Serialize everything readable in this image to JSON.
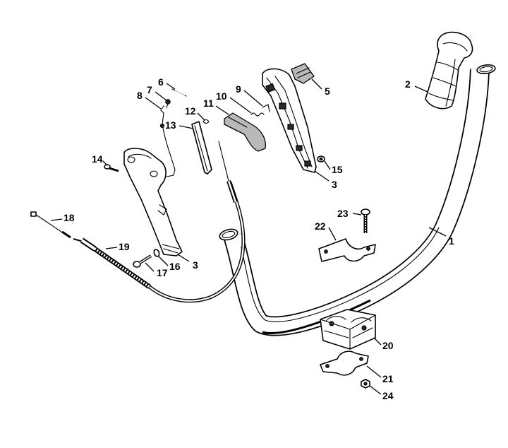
{
  "parts": [
    {
      "id": "p1",
      "number": "1",
      "name": "handlebar-tube"
    },
    {
      "id": "p2",
      "number": "2",
      "name": "grip-handle"
    },
    {
      "id": "p3a",
      "number": "3",
      "name": "control-handle-half-right"
    },
    {
      "id": "p3b",
      "number": "3",
      "name": "control-handle-half-left"
    },
    {
      "id": "p5",
      "number": "5",
      "name": "slide-control"
    },
    {
      "id": "p6",
      "number": "6",
      "name": "contact-spring"
    },
    {
      "id": "p7",
      "number": "7",
      "name": "screw"
    },
    {
      "id": "p8",
      "number": "8",
      "name": "short-circuit-wire"
    },
    {
      "id": "p9",
      "number": "9",
      "name": "torsion-spring"
    },
    {
      "id": "p10",
      "number": "10",
      "name": "interlock-spring"
    },
    {
      "id": "p11",
      "number": "11",
      "name": "throttle-trigger"
    },
    {
      "id": "p12",
      "number": "12",
      "name": "torsion-spring-small"
    },
    {
      "id": "p13",
      "number": "13",
      "name": "interlock-lever"
    },
    {
      "id": "p14",
      "number": "14",
      "name": "screw"
    },
    {
      "id": "p15",
      "number": "15",
      "name": "nut"
    },
    {
      "id": "p16",
      "number": "16",
      "name": "washer"
    },
    {
      "id": "p17",
      "number": "17",
      "name": "screw"
    },
    {
      "id": "p18",
      "number": "18",
      "name": "wire-harness"
    },
    {
      "id": "p19",
      "number": "19",
      "name": "throttle-cable"
    },
    {
      "id": "p20",
      "number": "20",
      "name": "clamp-lower"
    },
    {
      "id": "p21",
      "number": "21",
      "name": "clamp-strap"
    },
    {
      "id": "p22",
      "number": "22",
      "name": "clamp-upper"
    },
    {
      "id": "p23",
      "number": "23",
      "name": "screw"
    },
    {
      "id": "p24",
      "number": "24",
      "name": "nut"
    }
  ]
}
